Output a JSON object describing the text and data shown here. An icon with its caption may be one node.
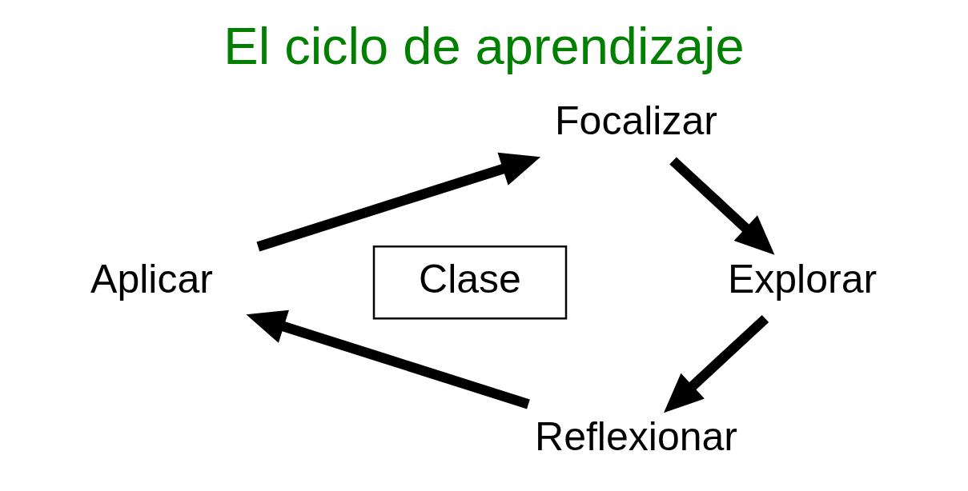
{
  "diagram": {
    "title": "El ciclo de aprendizaje",
    "nodes": [
      {
        "text": [
          "Focalizar"
        ]
      },
      {
        "text": [
          "Explorar"
        ]
      },
      {
        "text": [
          "Reflexionar"
        ]
      },
      {
        "text": [
          "Aplicar"
        ]
      },
      {
        "text": [
          "Clase"
        ]
      }
    ],
    "edges": [
      {
        "from": 0,
        "to": 1,
        "arrow": "to"
      },
      {
        "from": 1,
        "to": 2,
        "arrow": "to"
      },
      {
        "from": 2,
        "to": 3,
        "arrow": "to"
      },
      {
        "from": 3,
        "to": 0,
        "arrow": "to"
      }
    ]
  }
}
